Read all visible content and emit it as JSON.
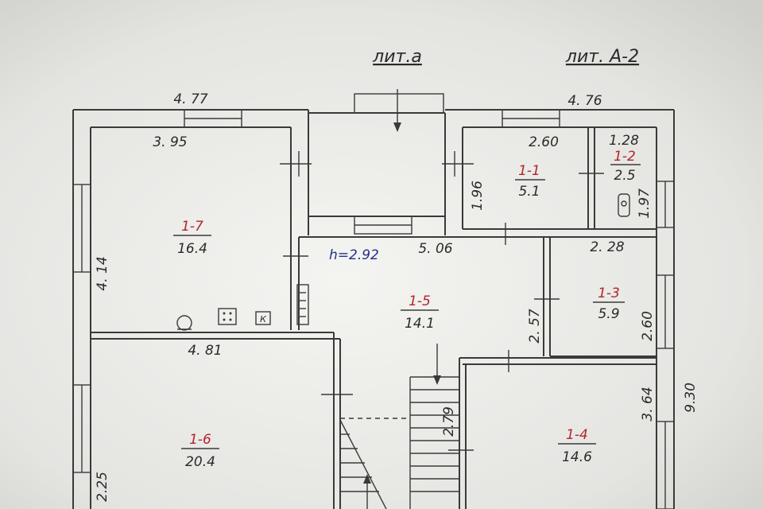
{
  "titles": {
    "lit_a": "лит.а",
    "lit_a2": "лит. А-2"
  },
  "dimensions": {
    "top_left_outer": "4. 77",
    "top_left_inner": "3. 95",
    "top_right_outer": "4. 76",
    "room11_width": "2.60",
    "room11_height": "1.96",
    "room12_width": "1.28",
    "room12_height": "1.97",
    "left_height": "4. 14",
    "hall_width": "5. 06",
    "room13_width": "2. 28",
    "room13_left_height": "2. 57",
    "room13_right_height": "2.60",
    "kitchen_width": "4. 81",
    "room14_height": "3. 64",
    "total_height": "9.30",
    "bottom_left_height": "2.25",
    "stair_mark": "2.79"
  },
  "ceiling_height": "h=2.92",
  "rooms": [
    {
      "id": "1-1",
      "area": "5.1"
    },
    {
      "id": "1-2",
      "area": "2.5"
    },
    {
      "id": "1-3",
      "area": "5.9"
    },
    {
      "id": "1-4",
      "area": "14.6"
    },
    {
      "id": "1-5",
      "area": "14.1"
    },
    {
      "id": "1-6",
      "area": "20.4"
    },
    {
      "id": "1-7",
      "area": "16.4"
    }
  ],
  "fixtures": {
    "boiler_symbol": "К"
  },
  "colors": {
    "room_id": "#b3262b",
    "ceiling_note": "#27308a",
    "lines": "#3a3a3a"
  }
}
